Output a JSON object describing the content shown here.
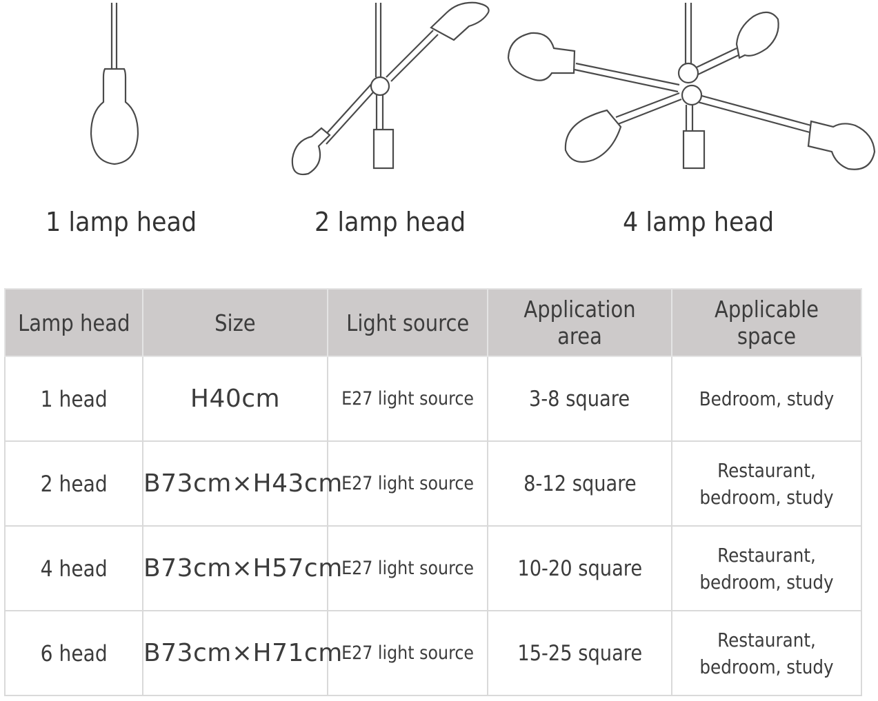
{
  "captions": {
    "one": "1 lamp head",
    "two": "2 lamp head",
    "four": "4 lamp head"
  },
  "icons": [
    "pendant-1-head-icon",
    "pendant-2-head-icon",
    "pendant-4-head-icon"
  ],
  "table": {
    "headers": [
      "Lamp head",
      "Size",
      "Light source",
      "Application area",
      "Applicable space"
    ],
    "rows": [
      {
        "head": "1 head",
        "size": "H40cm",
        "light": "E27 light source",
        "area": "3-8 square",
        "space_line1": "Bedroom, study",
        "space_line2": ""
      },
      {
        "head": "2 head",
        "size": "B73cm×H43cm",
        "light": "E27 light source",
        "area": "8-12 square",
        "space_line1": "Restaurant,",
        "space_line2": "bedroom, study"
      },
      {
        "head": "4 head",
        "size": "B73cm×H57cm",
        "light": "E27 light source",
        "area": "10-20 square",
        "space_line1": "Restaurant,",
        "space_line2": "bedroom, study"
      },
      {
        "head": "6 head",
        "size": "B73cm×H71cm",
        "light": "E27 light source",
        "area": "15-25 square",
        "space_line1": "Restaurant,",
        "space_line2": "bedroom, study"
      }
    ]
  },
  "colors": {
    "header_bg": "#cdcaca",
    "line": "#555555",
    "border": "#d9d9d9"
  }
}
